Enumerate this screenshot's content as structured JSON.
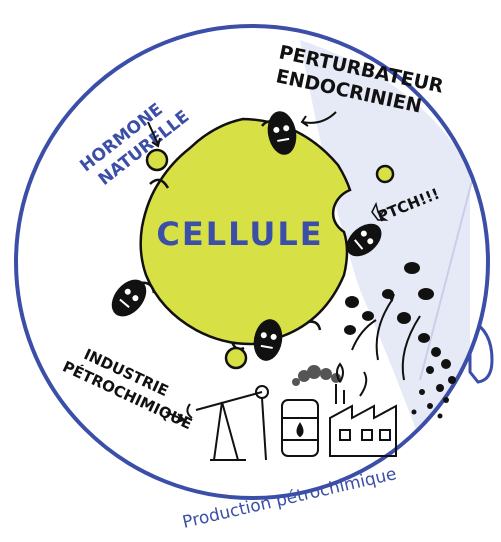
{
  "labels": {
    "cell": "CELLULE",
    "natural_hormone_line1": "HORMONE",
    "natural_hormone_line2": "NATURELLE",
    "disruptor_line1": "PERTURBATEUR",
    "disruptor_line2": "ENDOCRINIEN",
    "sound_effect": "PTCH!!!",
    "industry_line1": "INDUSTRIE",
    "industry_line2": "PÉTROCHIMIQUE",
    "caption": "Production pétrochimique"
  },
  "colors": {
    "lens_ring": "#3b4ea8",
    "cell_fill": "#d7e044",
    "ink": "#111111",
    "accent_blue": "#3b4ea8",
    "lens_tint": "#e6e9f6",
    "background": "#ffffff"
  },
  "icons": [
    "magnifying-glass-icon",
    "cell-icon",
    "hormone-molecule-icon",
    "disruptor-molecule-icon",
    "oil-pump-icon",
    "barrel-icon",
    "factory-icon",
    "smoke-cloud-icon",
    "pollution-particles-icon"
  ]
}
